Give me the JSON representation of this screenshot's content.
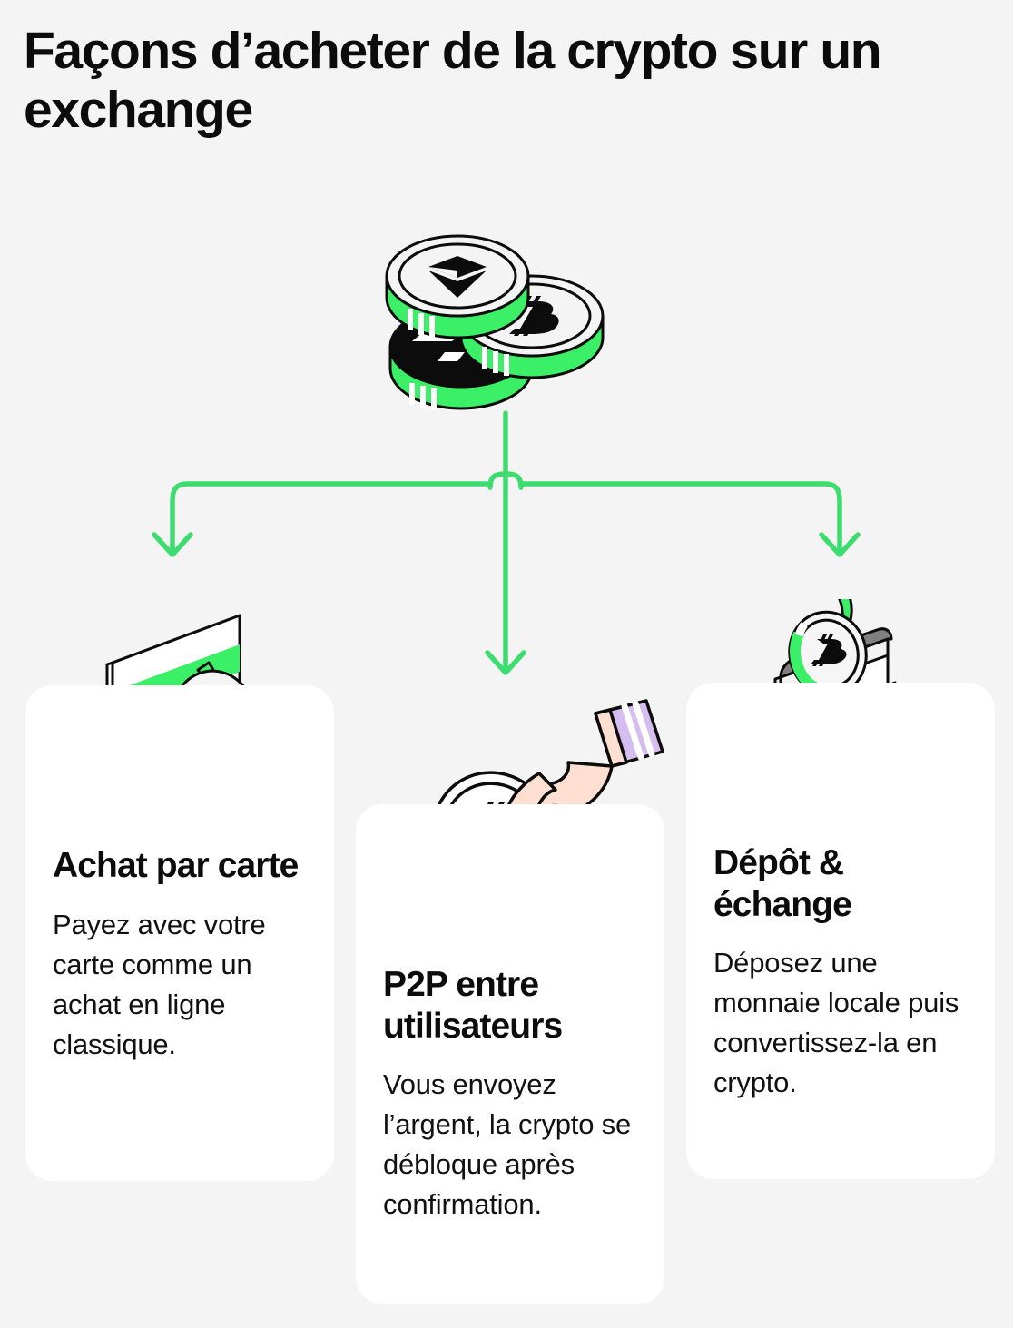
{
  "page": {
    "title": "Façons d’acheter de la crypto sur un exchange",
    "background_color": "#f4f4f4",
    "card_color": "#ffffff",
    "accent_green": "#3ddc6e",
    "illustration_green": "#3bf066",
    "lavender": "#d6bdf0",
    "skin": "#ffdfd2",
    "text_color": "#0c0c0c"
  },
  "hub": {
    "icon": "stacked-crypto-coins-icon",
    "coins": [
      {
        "name": "ethereum-coin",
        "symbol": "ETH"
      },
      {
        "name": "bitcoin-coin",
        "symbol": "BTC"
      },
      {
        "name": "dark-coin",
        "symbol": ""
      }
    ]
  },
  "flow": {
    "branches": 3,
    "arrow_direction": "down",
    "arrow_color": "#3ddc6e",
    "targets": [
      "Achat par carte",
      "P2P entre utilisateurs",
      "Dépôt & échange"
    ]
  },
  "cards": [
    {
      "id": "achat-par-carte",
      "icon": "credit-card-check-icon",
      "title": "Achat par carte",
      "body": "Payez avec votre carte comme un achat en ligne classique."
    },
    {
      "id": "p2p-entre-utilisateurs",
      "icon": "two-hands-exchanging-coin-icon",
      "title": "P2P entre utilisateurs",
      "body": "Vous envoyez l’argent, la crypto se débloque après confirmation."
    },
    {
      "id": "depot-et-echange",
      "icon": "wallet-with-exchange-arrows-icon",
      "title": "Dépôt & échange",
      "body": "Déposez une monnaie locale puis convertissez-la en crypto."
    }
  ]
}
